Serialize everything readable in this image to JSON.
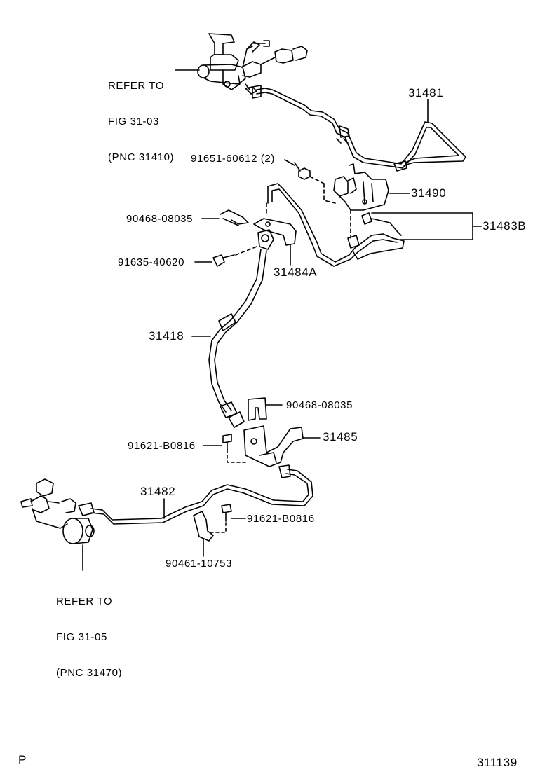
{
  "diagram": {
    "refs": [
      {
        "name": "ref-master-cylinder",
        "lines": [
          "REFER TO",
          "FIG 31-03",
          "(PNC 31410)"
        ]
      },
      {
        "name": "ref-release-cylinder",
        "lines": [
          "REFER TO",
          "FIG 31-05",
          "(PNC 31470)"
        ]
      }
    ],
    "labels": {
      "p31481": "31481",
      "b9165160612": "91651-60612 (2)",
      "p31490": "31490",
      "c9046808035_top": "90468-08035",
      "p31483B": "31483B",
      "b9163540620": "91635-40620",
      "p31484A": "31484A",
      "p31418": "31418",
      "c9046808035_mid": "90468-08035",
      "b91621B0816_mid": "91621-B0816",
      "p31485": "31485",
      "p31482": "31482",
      "b91621B0816_low": "91621-B0816",
      "c9046110753": "90461-10753"
    },
    "footer": {
      "left": "P",
      "figure_number": "311139"
    }
  }
}
